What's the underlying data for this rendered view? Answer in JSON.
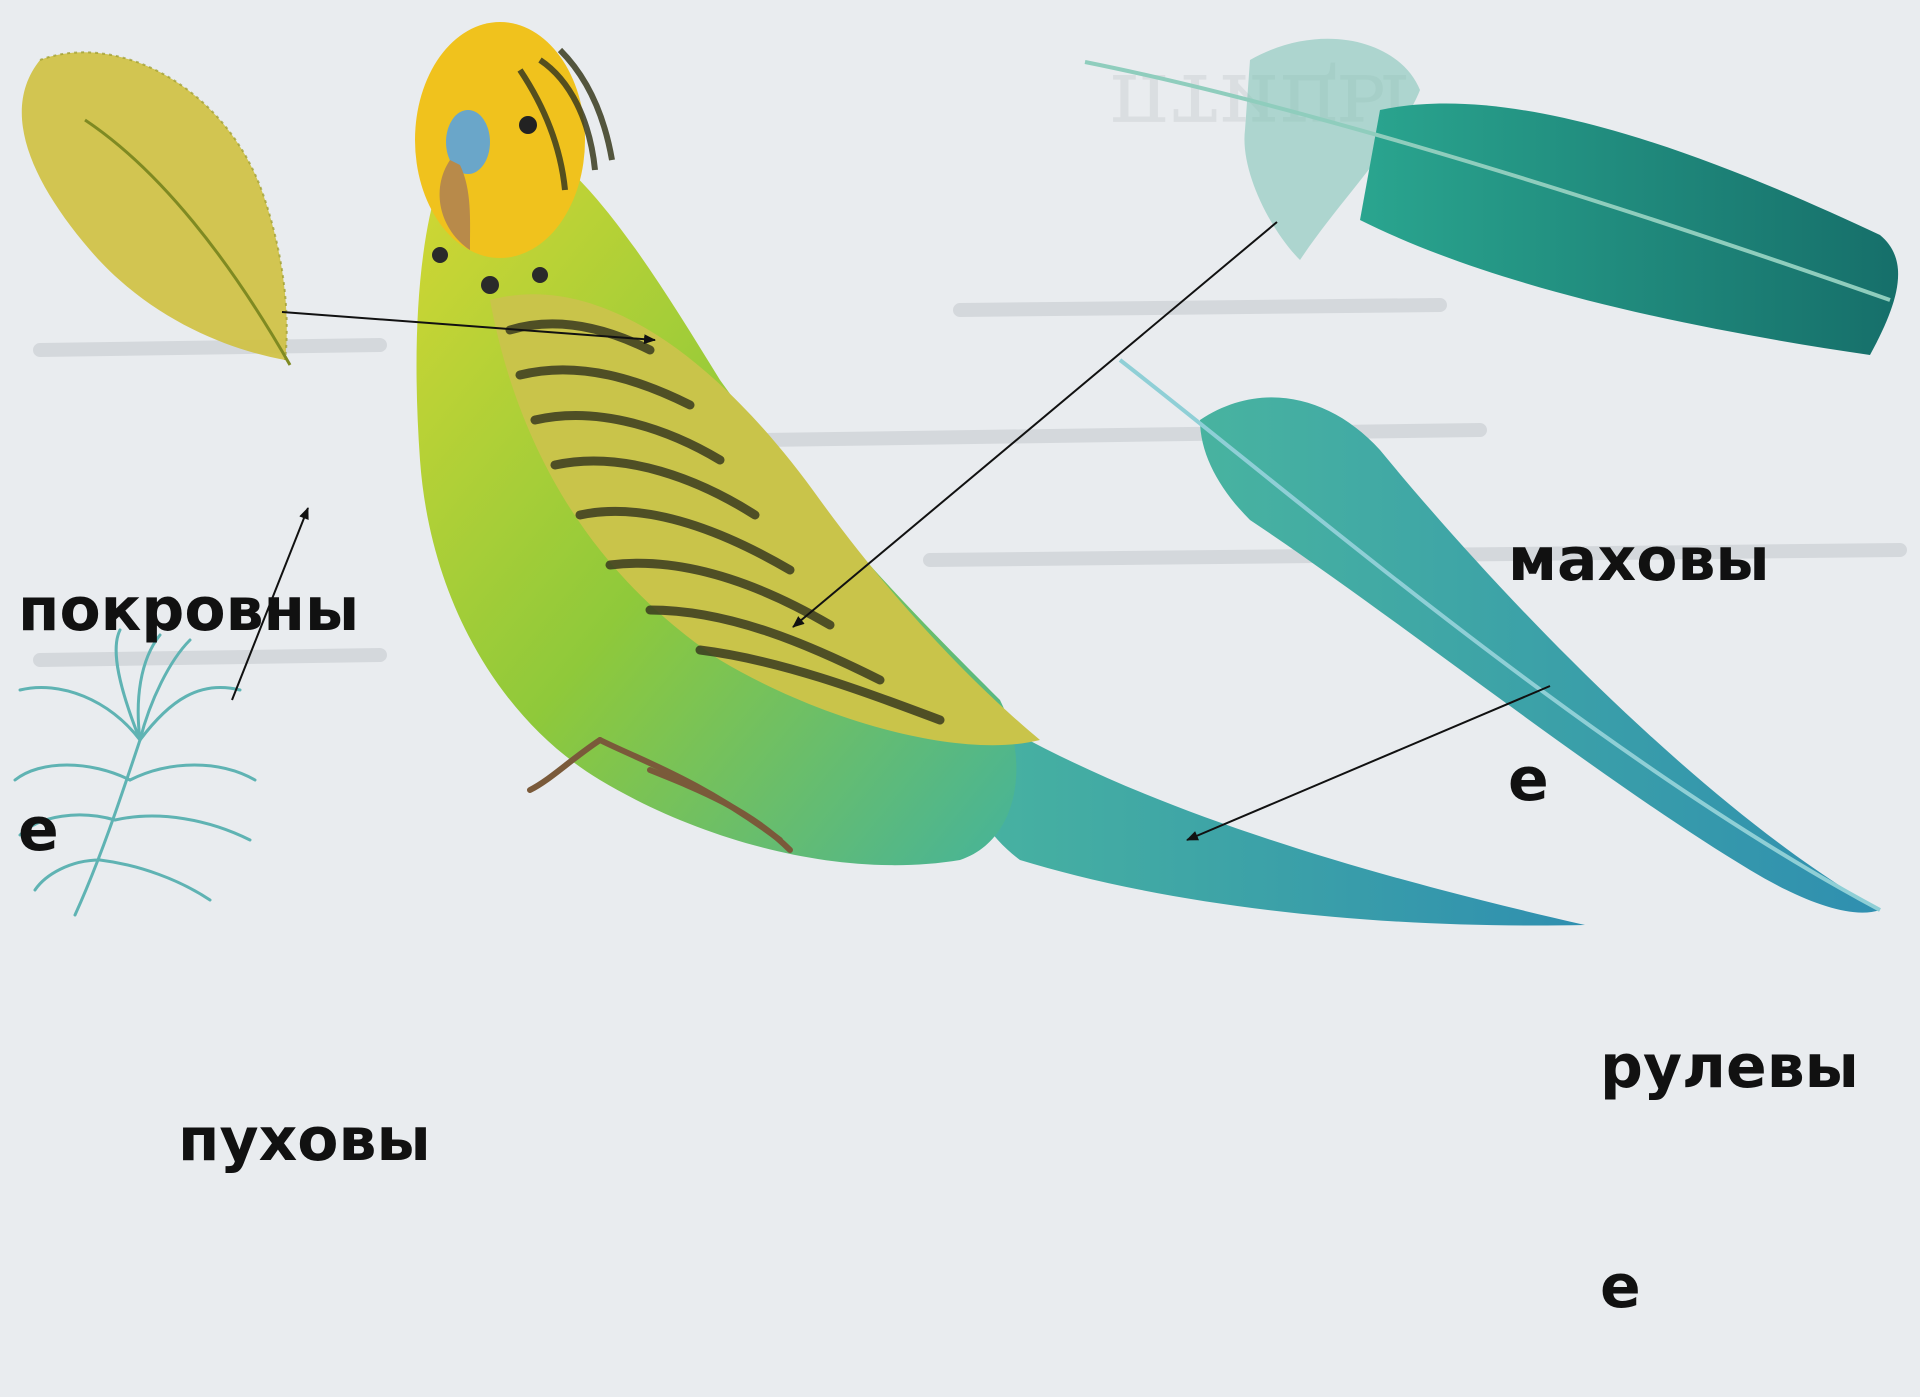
{
  "labels": {
    "pokrovnye": {
      "line1": "покровны",
      "line2": "е"
    },
    "pukhovye": {
      "line1": "пуховы",
      "line2": ""
    },
    "makhovye": {
      "line1": "маховы",
      "line2": "е"
    },
    "rulevye": {
      "line1": "рулевы",
      "line2": "е"
    }
  },
  "watermark": {
    "text": "птицы"
  },
  "colors": {
    "background": "#e9ecef",
    "covert_feather": "#c9c23a",
    "down_feather": "#5fb3b3",
    "flight_feather": "#1f8a7a",
    "tail_feather": "#2f9bb0",
    "parrot_body": "#8fc93a",
    "parrot_head": "#f0c21d",
    "arrow": "#111111"
  },
  "icons": {
    "covert_feather": "covert-feather-icon",
    "down_feather": "down-feather-icon",
    "flight_feather": "flight-feather-icon",
    "tail_feather": "tail-feather-icon",
    "parrot": "budgerigar-icon"
  }
}
